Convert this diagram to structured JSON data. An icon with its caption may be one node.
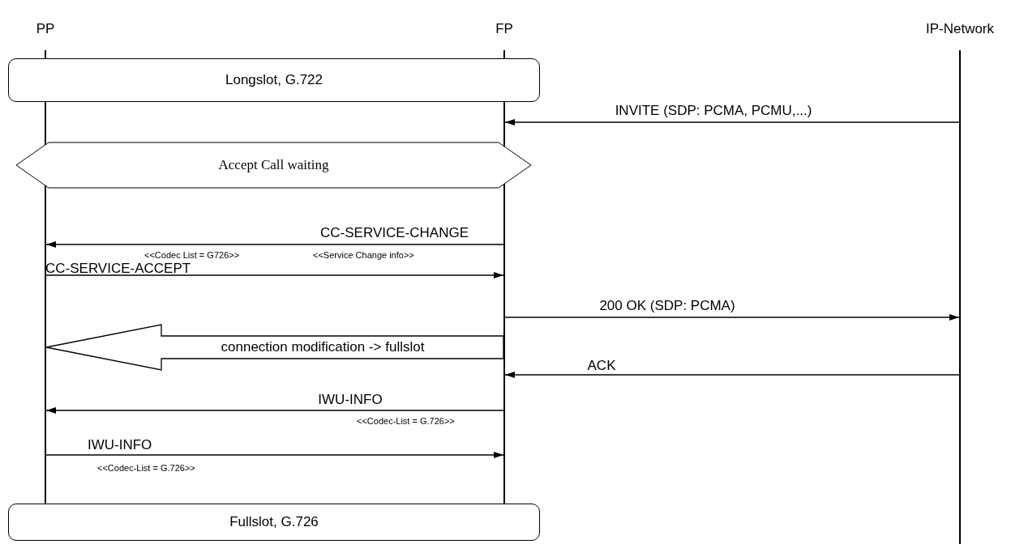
{
  "diagram": {
    "nodes": [
      {
        "text": [],
        "shape": "bar"
      },
      {
        "text": [],
        "shape": "bar"
      },
      {
        "text": [],
        "shape": "bar"
      },
      {
        "text": [
          "Longslot, G.722"
        ]
      },
      {
        "text": [
          "Accept Call waiting"
        ]
      },
      {
        "text": [
          "Fullslot, G.726"
        ]
      }
    ],
    "edges": [
      {
        "from": 2,
        "to": 1,
        "arrow": "to",
        "label": "INVITE (SDP: PCMA, PCMU,...)"
      },
      {
        "from": 1,
        "to": 0,
        "arrow": "to",
        "label": "CC-SERVICE-CHANGE"
      },
      {
        "from": 0,
        "to": 1,
        "arrow": "to",
        "label": "CC-SERVICE-ACCEPT"
      },
      {
        "from": 1,
        "to": 2,
        "arrow": "to",
        "label": "200 OK (SDP: PCMA)"
      },
      {
        "from": 1,
        "to": 0,
        "arrow": "to",
        "label": "connection modification -> fullslot",
        "style": "thick"
      },
      {
        "from": 2,
        "to": 1,
        "arrow": "to",
        "label": "ACK"
      },
      {
        "from": 1,
        "to": 0,
        "arrow": "to",
        "label": "IWU-INFO"
      },
      {
        "from": 0,
        "to": 1,
        "arrow": "to",
        "label": "IWU-INFO"
      }
    ],
    "labels": [
      "PP",
      "FP",
      "IP-Network",
      "<<Codec List = G726>>",
      "<<Service Change info>>",
      "<<Codec-List = G.726>>",
      "<<Codec-List = G.726>>"
    ]
  }
}
